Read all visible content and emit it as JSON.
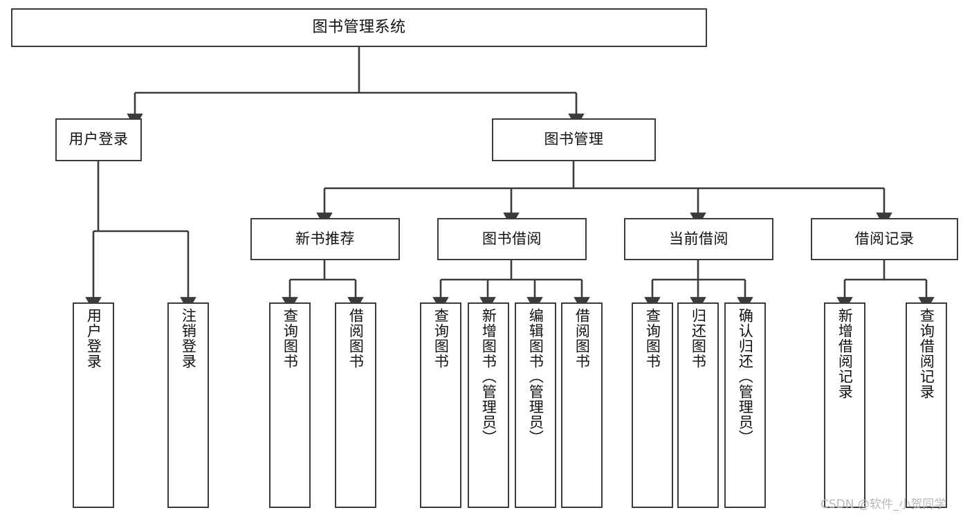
{
  "diagram": {
    "title": "图书管理系统",
    "type": "tree-hierarchy",
    "orientation": "top-down",
    "stroke_color": "#3b3b3b",
    "node_fill": "#ffffff",
    "background": "#ffffff"
  },
  "nodes": {
    "root": {
      "label": "图书管理系统"
    },
    "level2": [
      {
        "label": "用户登录"
      },
      {
        "label": "图书管理"
      }
    ],
    "level3": [
      {
        "label": "新书推荐"
      },
      {
        "label": "图书借阅"
      },
      {
        "label": "当前借阅"
      },
      {
        "label": "借阅记录"
      }
    ],
    "leaves": {
      "user_login": [
        {
          "label": "用户登录"
        },
        {
          "label": "注销登录"
        }
      ],
      "new_book_recommend": [
        {
          "label": "查询图书"
        },
        {
          "label": "借阅图书"
        }
      ],
      "book_borrow": [
        {
          "label": "查询图书"
        },
        {
          "label": "新增图书（管理员）"
        },
        {
          "label": "编辑图书（管理员）"
        },
        {
          "label": "借阅图书"
        }
      ],
      "current_borrow": [
        {
          "label": "查询图书"
        },
        {
          "label": "归还图书"
        },
        {
          "label": "确认归还（管理员）"
        }
      ],
      "borrow_record": [
        {
          "label": "新增借阅记录"
        },
        {
          "label": "查询借阅记录"
        }
      ]
    }
  },
  "watermark": {
    "text": "CSDN @软件_小贺同学",
    "color": "#b8b8b8"
  }
}
